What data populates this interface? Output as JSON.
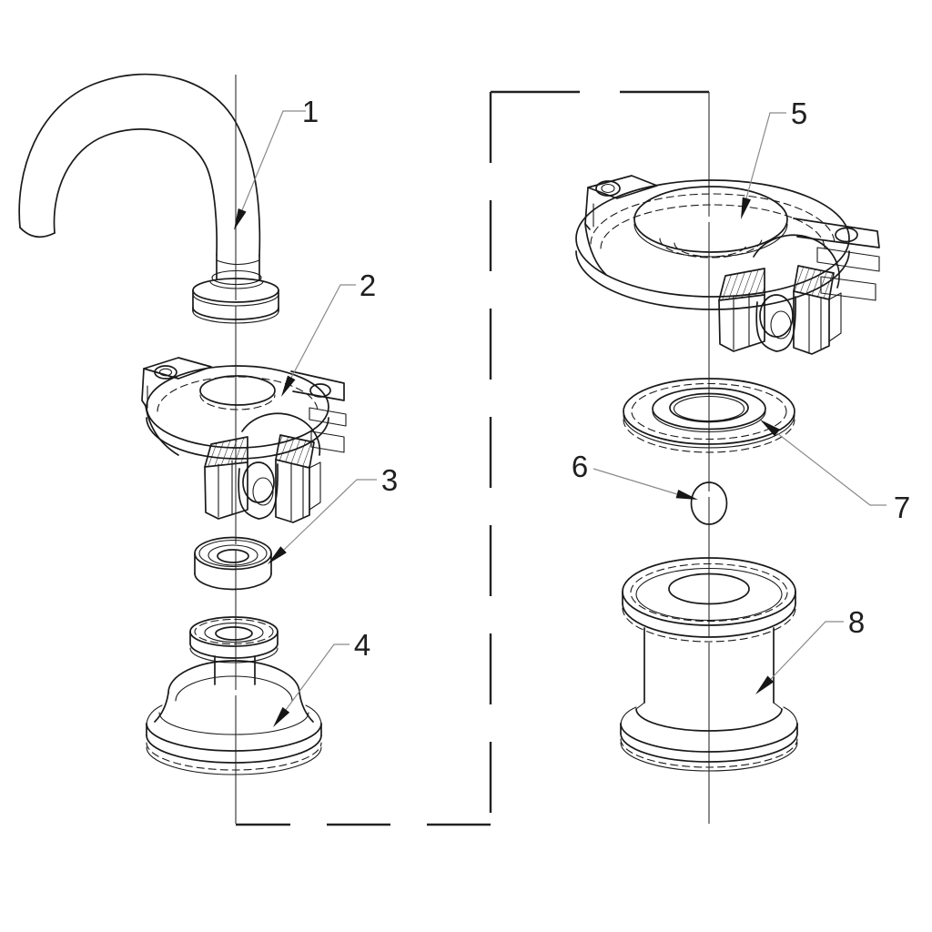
{
  "drawing": {
    "callouts": [
      {
        "label": "1"
      },
      {
        "label": "2"
      },
      {
        "label": "3"
      },
      {
        "label": "4"
      },
      {
        "label": "5"
      },
      {
        "label": "6"
      },
      {
        "label": "7"
      },
      {
        "label": "8"
      }
    ],
    "colors": {
      "background": "#ffffff",
      "line": "#1a1a1a",
      "leader": "#8a8a8a",
      "bracket": "#222222",
      "label_text": "#1f1f1f"
    }
  }
}
